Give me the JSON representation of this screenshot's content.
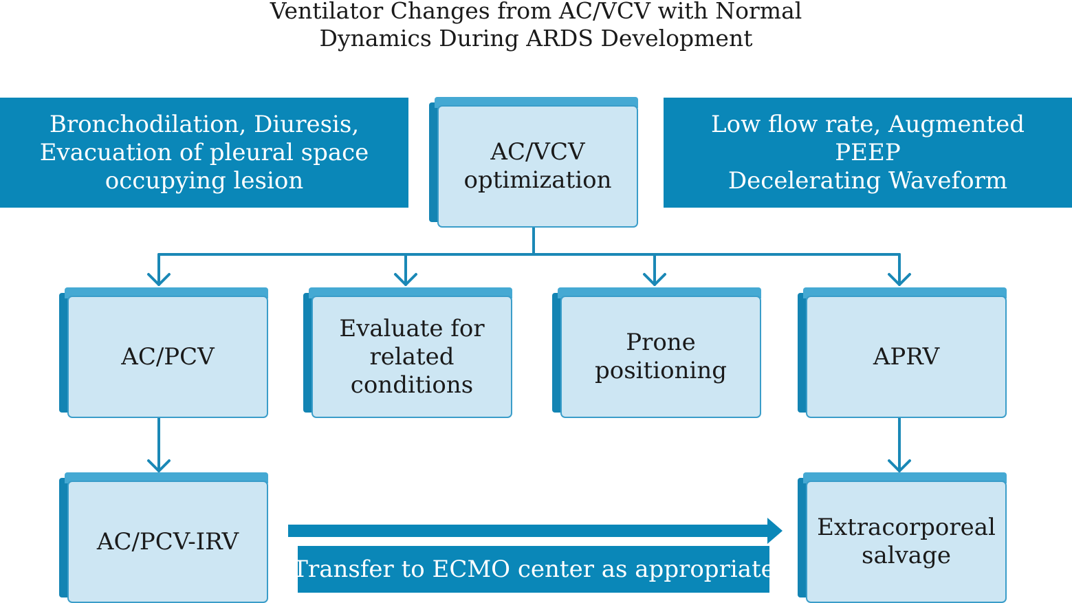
{
  "title": {
    "line1": "Ventilator Changes from AC/VCV with Normal",
    "line2": "Dynamics During ARDS Development"
  },
  "notes": {
    "left": [
      "Bronchodilation, Diuresis,",
      "Evacuation of pleural space",
      "occupying lesion"
    ],
    "right": [
      "Low flow rate, Augmented",
      "PEEP",
      "Decelerating Waveform"
    ]
  },
  "nodes": {
    "root": [
      "AC/VCV",
      "optimization"
    ],
    "acpcv": [
      "AC/PCV"
    ],
    "evaluate": [
      "Evaluate for",
      "related",
      "conditions"
    ],
    "prone": [
      "Prone",
      "positioning"
    ],
    "aprv": [
      "APRV"
    ],
    "acpcv_irv": [
      "AC/PCV-IRV"
    ],
    "ecmo": [
      "Extracorporeal",
      "salvage"
    ]
  },
  "transfer_label": "Transfer to ECMO center as appropriate",
  "colors": {
    "dark_blue": "#0a87b8",
    "box_fill": "#cde6f3",
    "connector": "#1a88b6"
  }
}
